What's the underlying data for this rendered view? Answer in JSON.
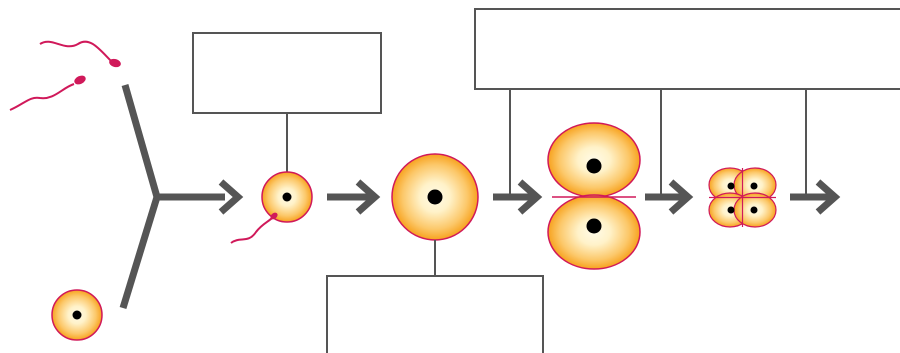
{
  "diagram": {
    "label_boxes": [
      {
        "id": "zygote-label",
        "text": ""
      },
      {
        "id": "cleavage-label",
        "text": ""
      },
      {
        "id": "enlarged-zygote-label",
        "text": ""
      }
    ]
  },
  "colors": {
    "sperm": "#d0195a",
    "cell_outline": "#d0195a",
    "cell_fill_center": "#fffbe8",
    "cell_fill_edge": "#f7a21e",
    "nucleus": "#000000",
    "arrow": "#555555",
    "connector": "#555555",
    "box_stroke": "#555555"
  }
}
